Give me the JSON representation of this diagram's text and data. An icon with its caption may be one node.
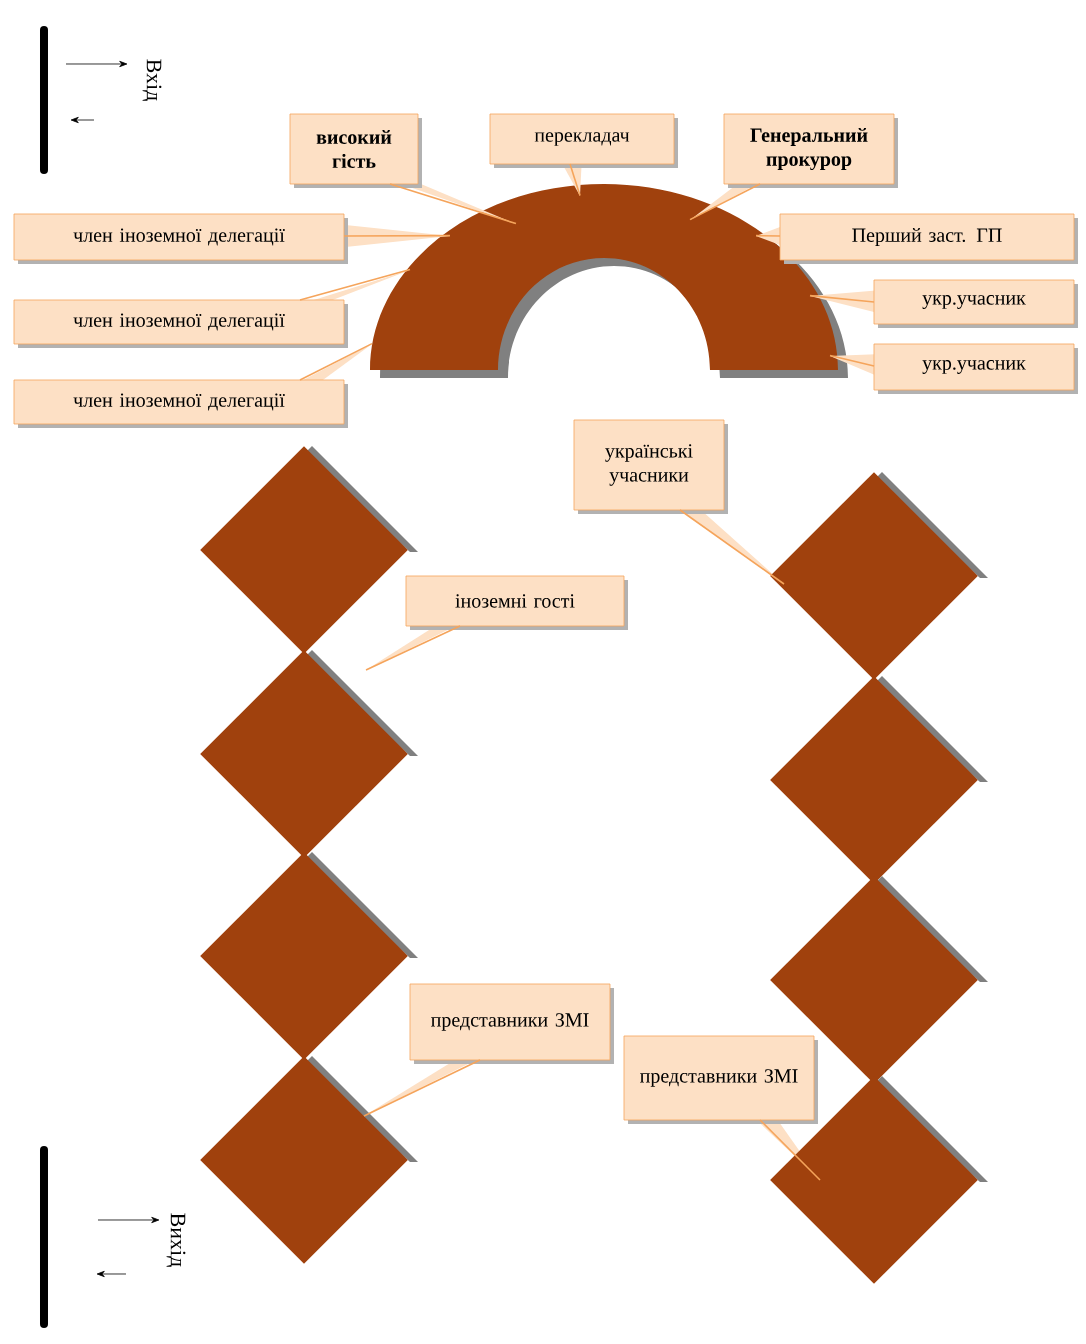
{
  "diagram": {
    "nodes": [
      {
        "text": [],
        "shape": "arc"
      },
      {
        "text": [
          "високий гість"
        ]
      },
      {
        "text": [
          "перекладач"
        ]
      },
      {
        "text": [
          "Генеральний прокурор"
        ]
      },
      {
        "text": [
          "член іноземної делегації"
        ]
      },
      {
        "text": [
          "Перший заст. ГП"
        ]
      },
      {
        "text": [
          "член іноземної делегації"
        ]
      },
      {
        "text": [
          "укр.учасник"
        ]
      },
      {
        "text": [
          "член іноземної делегації"
        ]
      },
      {
        "text": [
          "укр.учасник"
        ]
      },
      {
        "text": [
          "українські учасники"
        ]
      },
      {
        "text": [
          "іноземні гості"
        ]
      },
      {
        "text": [
          "представники ЗМІ"
        ]
      },
      {
        "text": [
          "представники ЗМІ"
        ]
      },
      {
        "text": [],
        "shape": "diamond"
      },
      {
        "text": [],
        "shape": "diamond"
      },
      {
        "text": [],
        "shape": "diamond"
      },
      {
        "text": [],
        "shape": "diamond"
      },
      {
        "text": [],
        "shape": "diamond"
      },
      {
        "text": [],
        "shape": "diamond"
      },
      {
        "text": [],
        "shape": "diamond"
      },
      {
        "text": [],
        "shape": "diamond"
      }
    ],
    "edges": [
      {
        "from": 1,
        "to": 0,
        "arrow": "none"
      },
      {
        "from": 2,
        "to": 0,
        "arrow": "none"
      },
      {
        "from": 3,
        "to": 0,
        "arrow": "none"
      },
      {
        "from": 4,
        "to": 0,
        "arrow": "none"
      },
      {
        "from": 5,
        "to": 0,
        "arrow": "none"
      },
      {
        "from": 6,
        "to": 0,
        "arrow": "none"
      },
      {
        "from": 7,
        "to": 0,
        "arrow": "none"
      },
      {
        "from": 8,
        "to": 0,
        "arrow": "none"
      },
      {
        "from": 9,
        "to": 0,
        "arrow": "none"
      },
      {
        "from": 10,
        "to": 18,
        "arrow": "none"
      },
      {
        "from": 11,
        "to": 15,
        "arrow": "none"
      },
      {
        "from": 12,
        "to": 17,
        "arrow": "none"
      },
      {
        "from": 13,
        "to": 21,
        "arrow": "none"
      }
    ],
    "labels": [
      "Вхід",
      "Вихід"
    ]
  }
}
